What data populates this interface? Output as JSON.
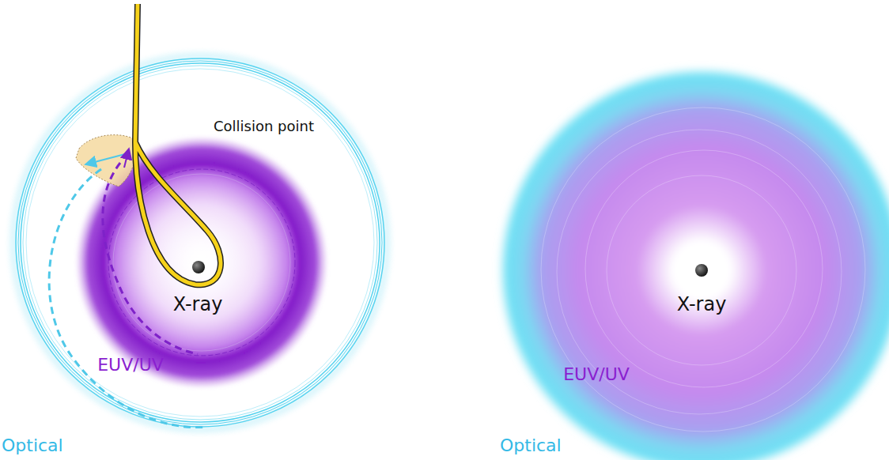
{
  "diagram": {
    "labels": [
      "Collision point",
      "X-ray",
      "EUV/UV",
      "Optical",
      "X-ray",
      "EUV/UV",
      "Optical"
    ]
  }
}
